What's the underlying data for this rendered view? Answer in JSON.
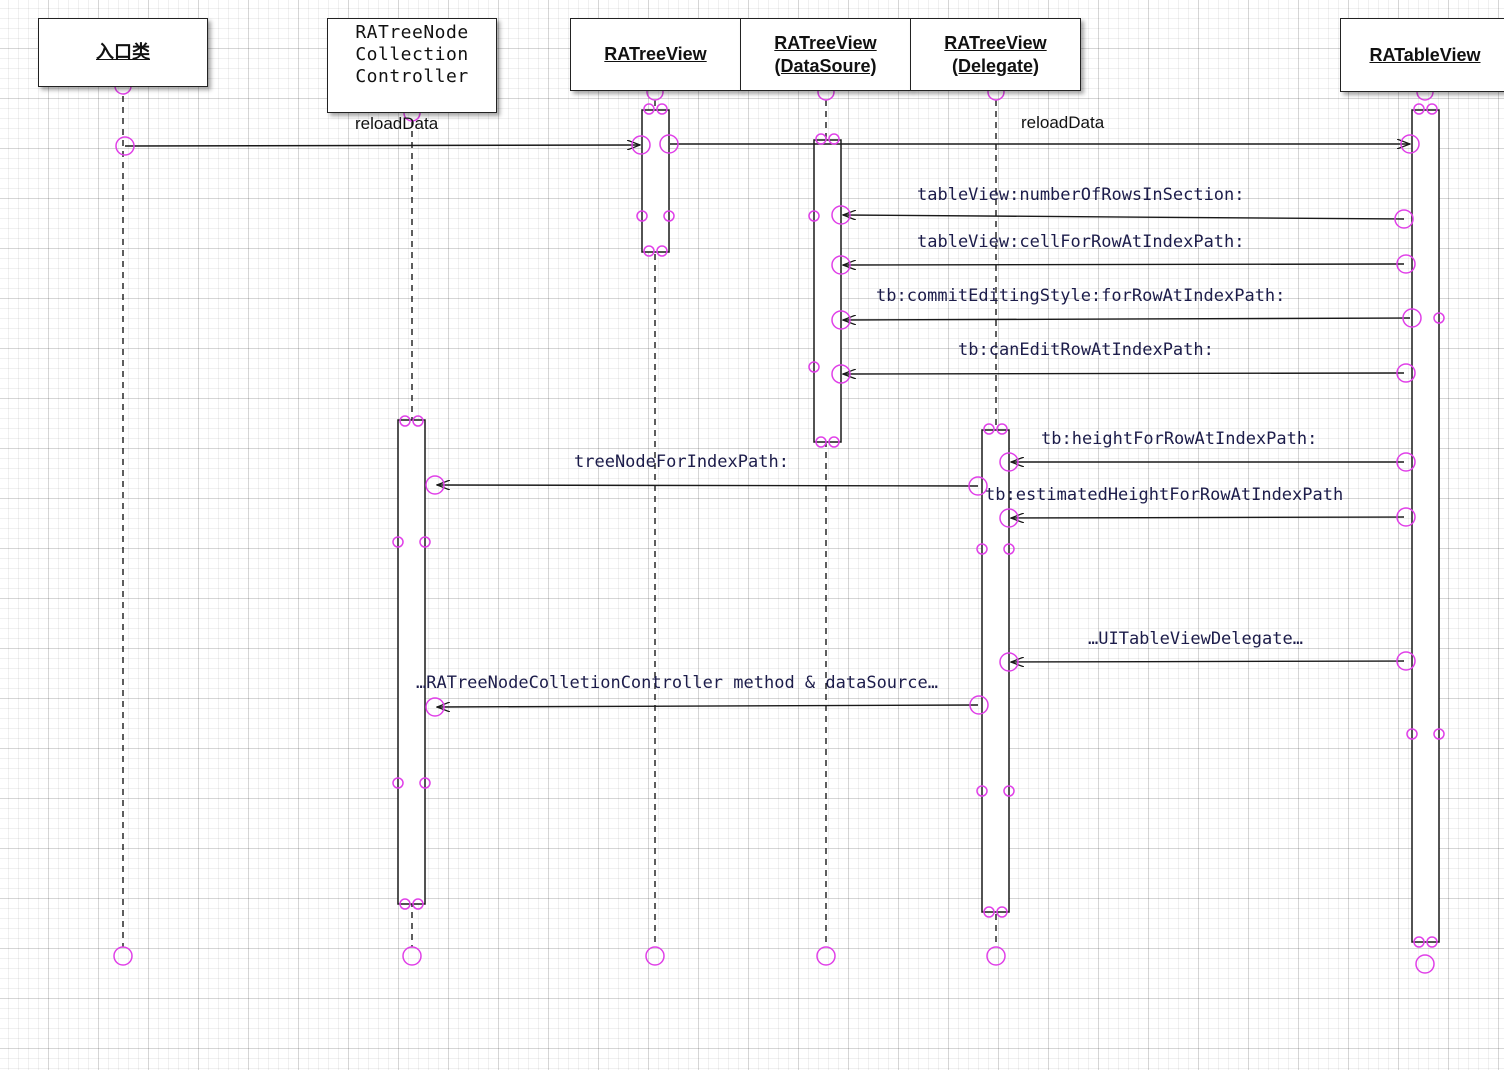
{
  "participants": [
    {
      "id": "entry",
      "label": "入口类"
    },
    {
      "id": "collection",
      "label": "RATreeNode\nCollection\nController"
    },
    {
      "id": "treeview",
      "label": "RATreeView"
    },
    {
      "id": "datasource",
      "label": "RATreeView\n(DataSoure)"
    },
    {
      "id": "delegate",
      "label": "RATreeView\n(Delegate)"
    },
    {
      "id": "tableview",
      "label": "RATableView"
    }
  ],
  "messages": [
    {
      "id": "m1",
      "label": "reloadData"
    },
    {
      "id": "m2",
      "label": "reloadData"
    },
    {
      "id": "m3",
      "label": "tableView:numberOfRowsInSection:"
    },
    {
      "id": "m4",
      "label": "tableView:cellForRowAtIndexPath:"
    },
    {
      "id": "m5",
      "label": "tb:commitEditingStyle:forRowAtIndexPath:"
    },
    {
      "id": "m6",
      "label": "tb:canEditRowAtIndexPath:"
    },
    {
      "id": "m7",
      "label": "tb:heightForRowAtIndexPath:"
    },
    {
      "id": "m8",
      "label": "treeNodeForIndexPath:"
    },
    {
      "id": "m9",
      "label": "tb:estimatedHeightForRowAtIndexPath"
    },
    {
      "id": "m10",
      "label": "…UITableViewDelegate…"
    },
    {
      "id": "m11",
      "label": "…RATreeNodeColletionController method & dataSource…"
    }
  ],
  "colors": {
    "line": "#1a1a1a",
    "handle": "#e040e8",
    "label": "#1c1c4a"
  }
}
